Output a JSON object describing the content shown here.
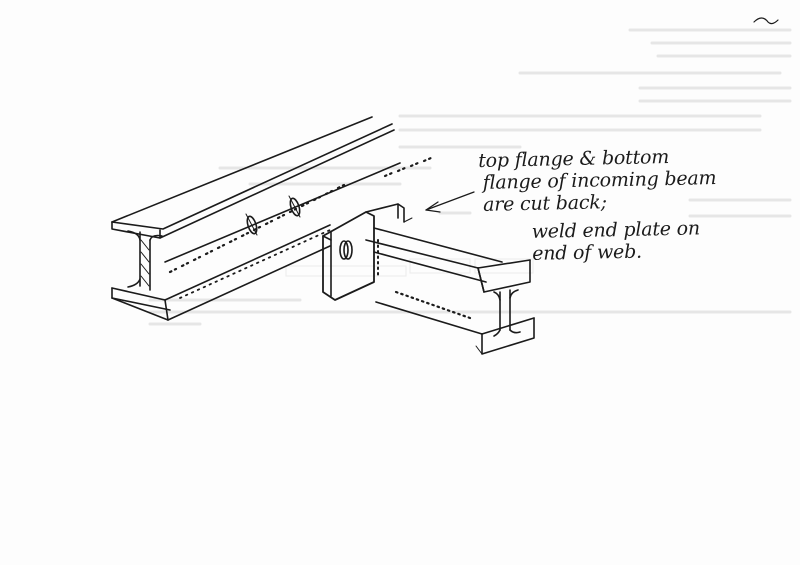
{
  "annotation": {
    "lines": [
      "top flange & bottom",
      "flange of incoming beam",
      "are cut back;",
      "weld end plate on",
      "end of web."
    ]
  },
  "colors": {
    "ink": "#1b1b1b",
    "paper": "#fdfdfd",
    "bleed_through": "#e6e6e6"
  }
}
